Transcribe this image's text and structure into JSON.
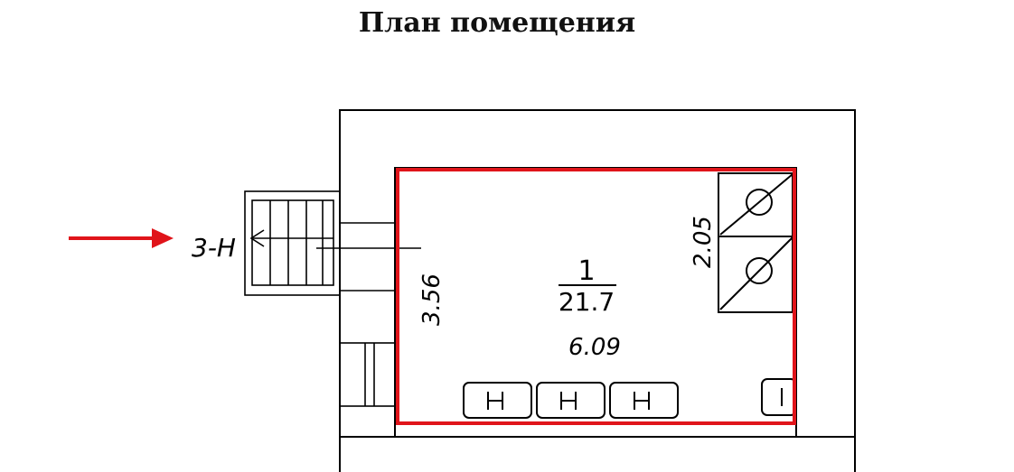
{
  "title": "План помещения",
  "room": {
    "number": "1",
    "area": "21.7"
  },
  "dimensions": {
    "width": "6.09",
    "height": "3.56",
    "side": "2.05"
  },
  "entrance_label": "3-Н",
  "colors": {
    "highlight": "#e0141a",
    "arrow": "#e0141a",
    "walls": "#000000"
  }
}
